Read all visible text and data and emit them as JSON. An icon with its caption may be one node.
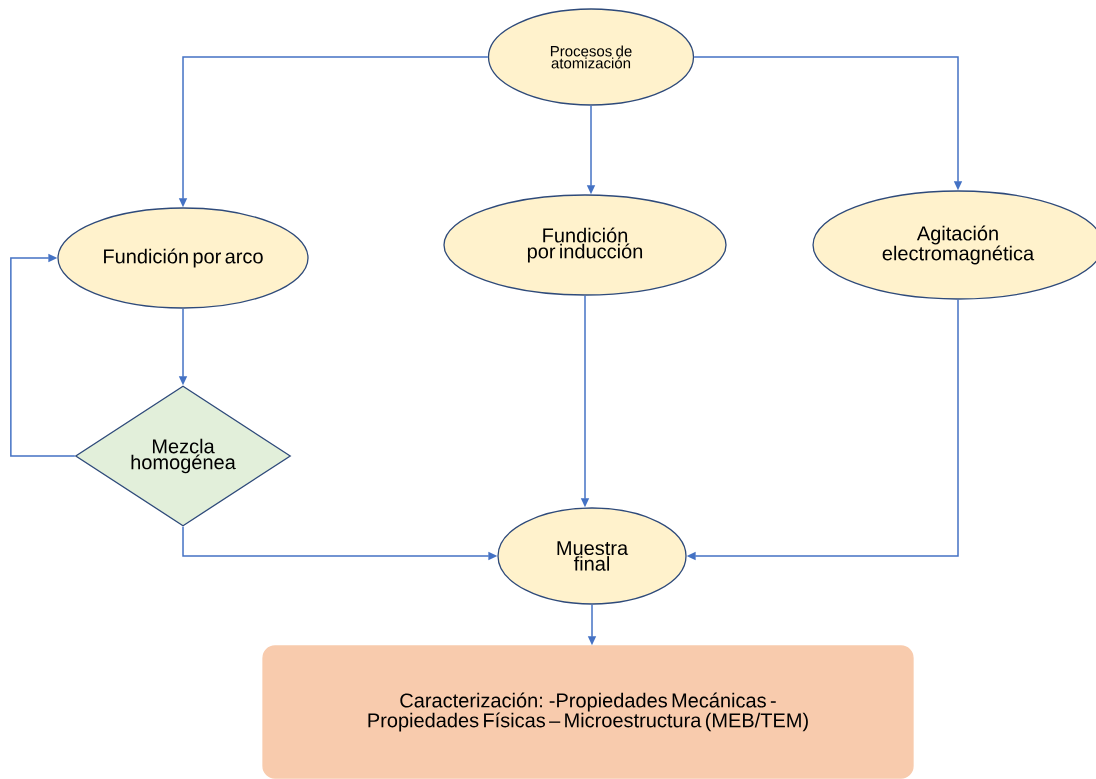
{
  "diagram": {
    "nodes": [
      {
        "text": [
          "Procesos de atomización"
        ]
      },
      {
        "text": [
          "Fundición por arco"
        ]
      },
      {
        "text": [
          "Fundición por inducción"
        ]
      },
      {
        "text": [
          "Agitación electromagnética"
        ]
      },
      {
        "text": [
          "Mezcla homogénea"
        ]
      },
      {
        "text": [
          "Muestra final"
        ]
      },
      {
        "text": [
          "Caracterización: -Propiedades Mecánicas - Propiedades Físicas – Microestructura (MEB/TEM)"
        ]
      }
    ],
    "edges": [
      {
        "from": 0,
        "to": 1,
        "arrow": "to"
      },
      {
        "from": 0,
        "to": 2,
        "arrow": "to"
      },
      {
        "from": 0,
        "to": 3,
        "arrow": "to"
      },
      {
        "from": 1,
        "to": 4,
        "arrow": "to"
      },
      {
        "from": 4,
        "to": 1,
        "arrow": "to"
      },
      {
        "from": 4,
        "to": 5,
        "arrow": "to"
      },
      {
        "from": 2,
        "to": 5,
        "arrow": "to"
      },
      {
        "from": 3,
        "to": 5,
        "arrow": "to"
      },
      {
        "from": 5,
        "to": 6,
        "arrow": "to"
      }
    ]
  }
}
